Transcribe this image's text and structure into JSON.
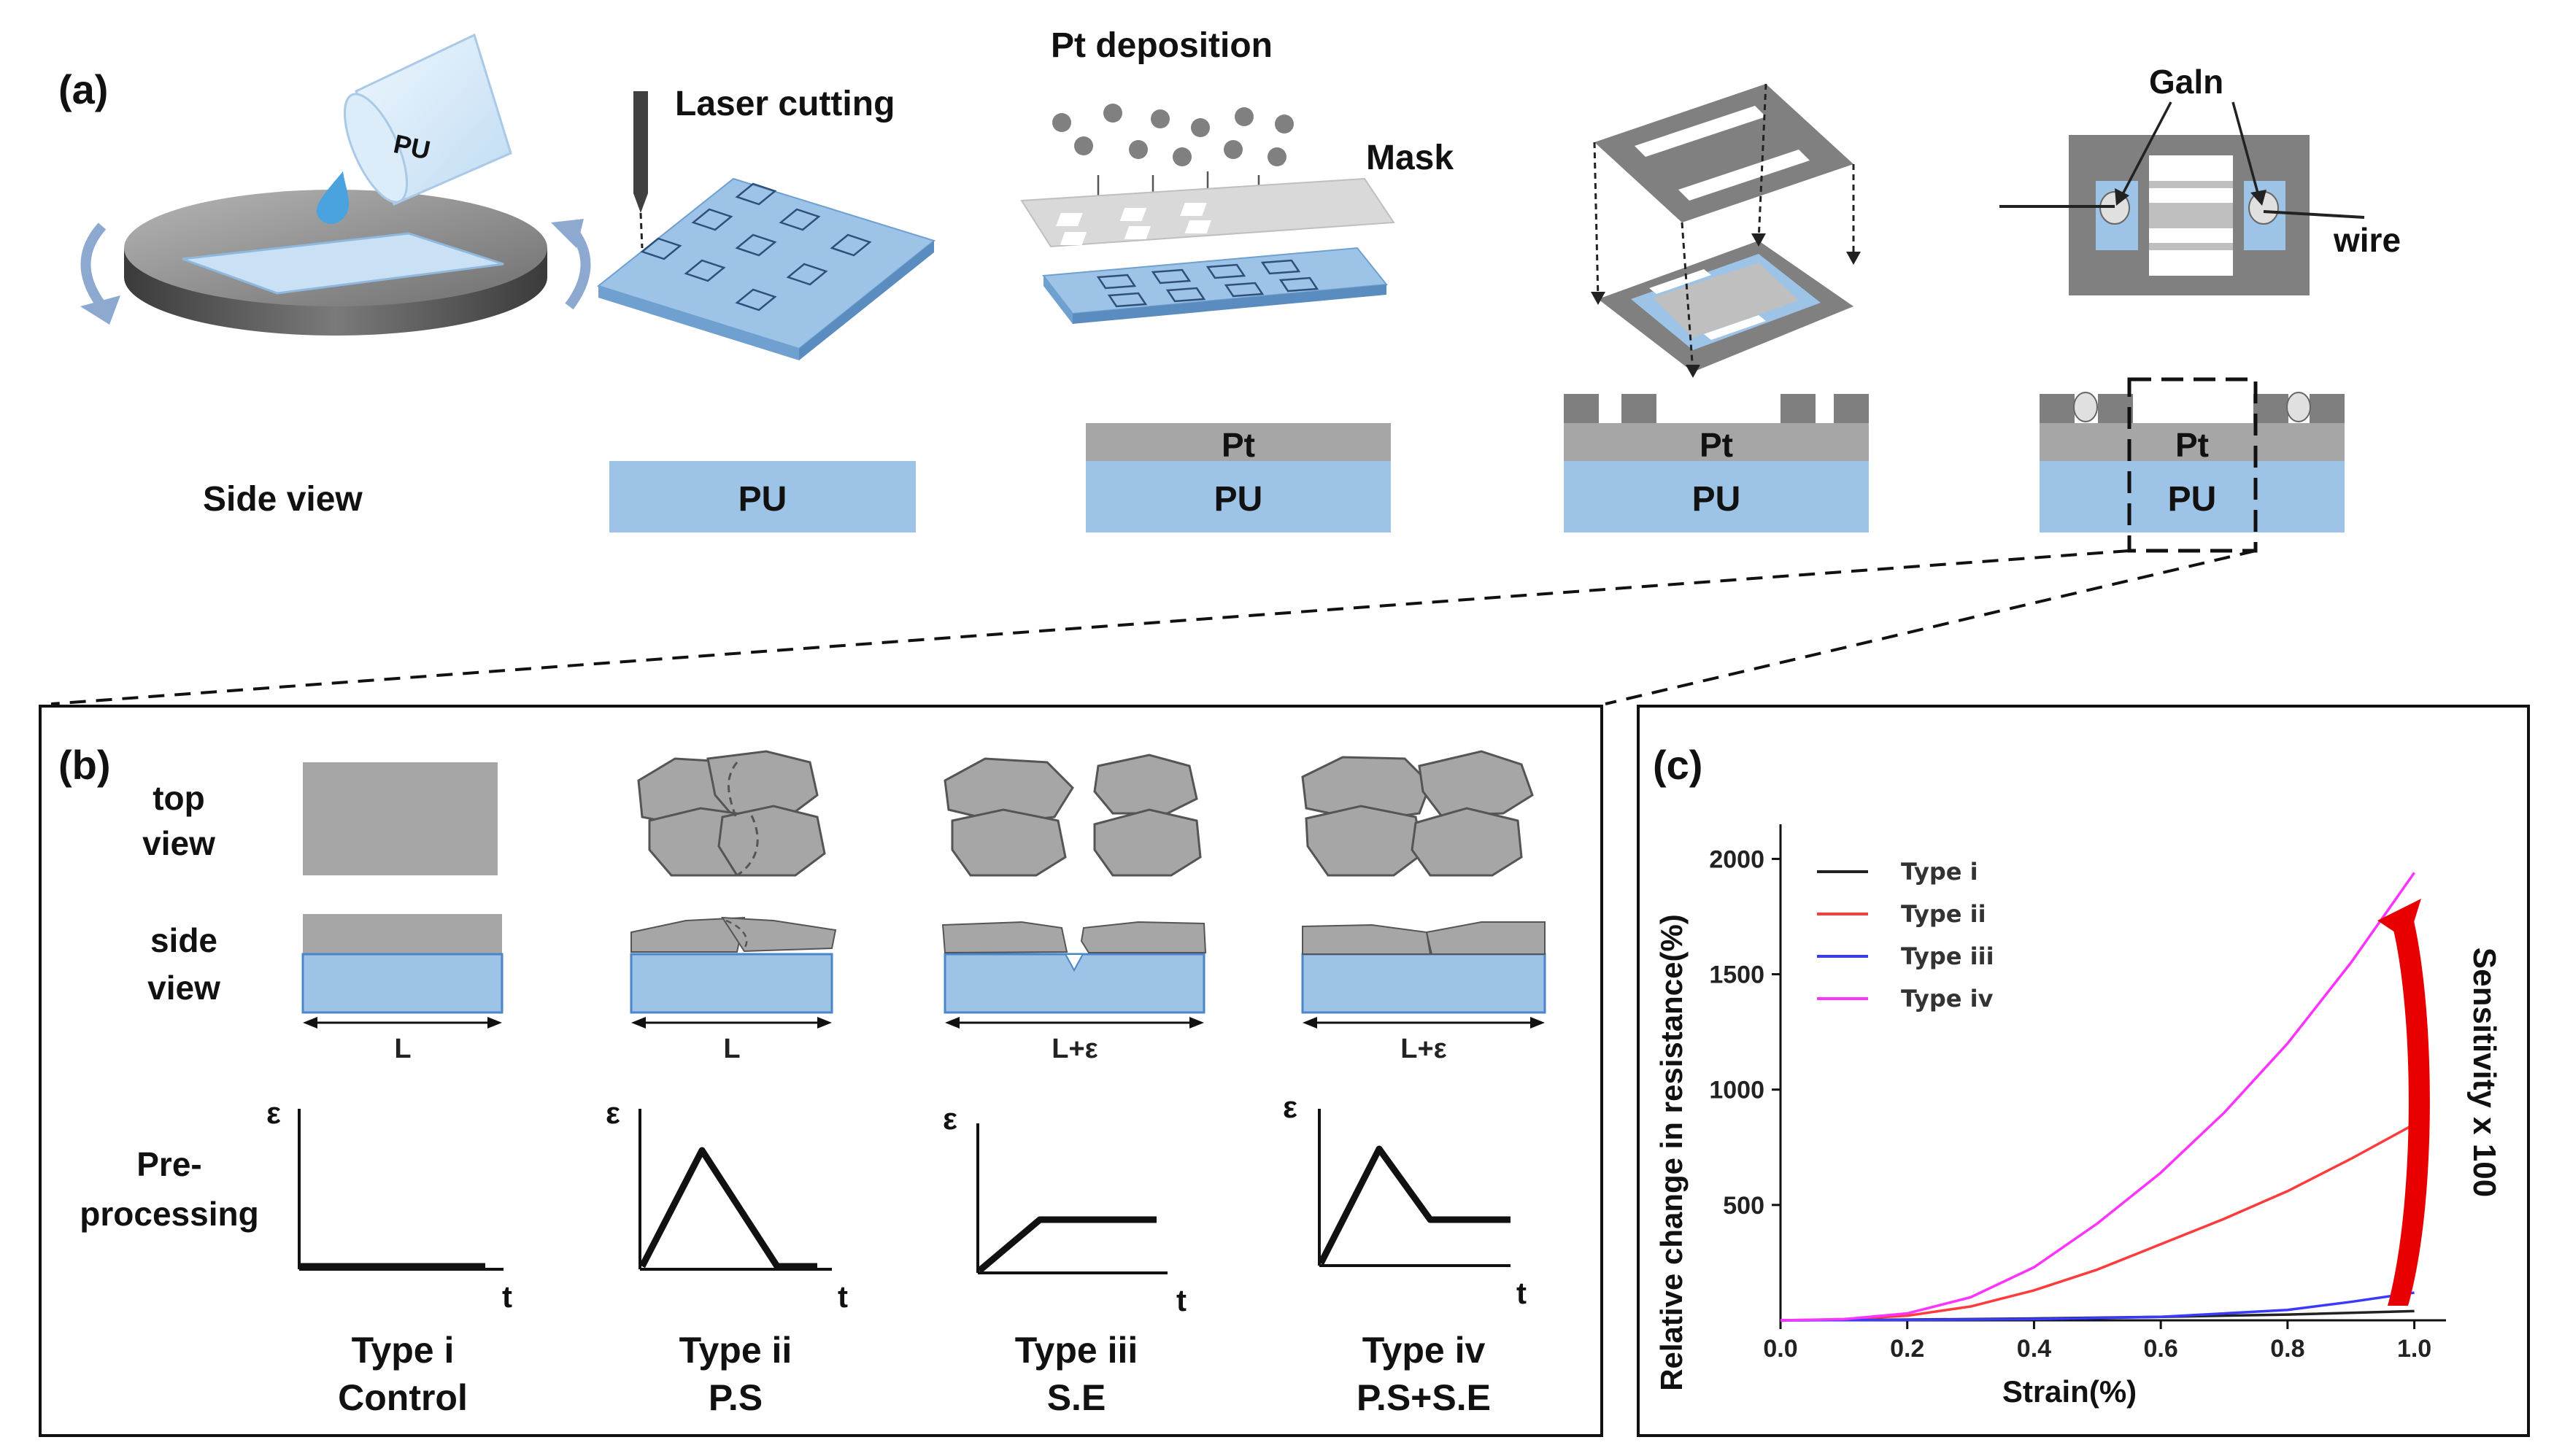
{
  "panel_a": {
    "label": "(a)",
    "pu_bottle": "PU",
    "laser_cutting": "Laser cutting",
    "pt_deposition": "Pt deposition",
    "mask": "Mask",
    "gain": "Galn",
    "wire": "wire",
    "side_view": "Side view",
    "pu": "PU",
    "pt": "Pt"
  },
  "panel_b": {
    "label": "(b)",
    "top_view": [
      "top",
      "view"
    ],
    "side_view": [
      "side",
      "view"
    ],
    "pre_processing": [
      "Pre-",
      "processing"
    ],
    "eps": "ε",
    "t": "t",
    "types": [
      {
        "name": "Type i",
        "desc": "Control",
        "length": "L"
      },
      {
        "name": "Type ii",
        "desc": "P.S",
        "length": "L"
      },
      {
        "name": "Type iii",
        "desc": "S.E",
        "length": "L+ε"
      },
      {
        "name": "Type iv",
        "desc": "P.S+S.E",
        "length": "L+ε"
      }
    ]
  },
  "colors": {
    "pu_blue": "#9dc3e6",
    "pu_border": "#4a86c8",
    "pt_gray": "#a6a6a6",
    "mask_gray": "#7f7f7f",
    "sensitivity_arrow": "#e80000"
  },
  "chart_data": {
    "type": "line",
    "label": "(c)",
    "xlabel": "Strain(%)",
    "ylabel": "Relative change in resistance(%)",
    "xlim": [
      0,
      1.05
    ],
    "ylim": [
      0,
      2150
    ],
    "xticks": [
      "0.0",
      "0.2",
      "0.4",
      "0.6",
      "0.8",
      "1.0"
    ],
    "yticks": [
      "500",
      "1000",
      "1500",
      "2000"
    ],
    "legend_position": "top-left",
    "annotation": "Sensitivity x 100",
    "series": [
      {
        "name": "Type i",
        "color": "#222222",
        "x": [
          0,
          0.2,
          0.4,
          0.6,
          0.8,
          1.0
        ],
        "y": [
          0,
          3,
          8,
          15,
          25,
          40
        ]
      },
      {
        "name": "Type ii",
        "color": "#ff3b3b",
        "x": [
          0,
          0.1,
          0.2,
          0.3,
          0.4,
          0.5,
          0.6,
          0.7,
          0.8,
          0.9,
          1.0
        ],
        "y": [
          0,
          4,
          20,
          60,
          130,
          220,
          330,
          440,
          560,
          700,
          850
        ]
      },
      {
        "name": "Type iii",
        "color": "#3a3aff",
        "x": [
          0,
          0.2,
          0.4,
          0.6,
          0.8,
          0.9,
          1.0
        ],
        "y": [
          0,
          2,
          5,
          15,
          45,
          80,
          120
        ]
      },
      {
        "name": "Type iv",
        "color": "#ff33ff",
        "x": [
          0,
          0.1,
          0.2,
          0.3,
          0.4,
          0.5,
          0.6,
          0.7,
          0.8,
          0.9,
          1.0
        ],
        "y": [
          0,
          5,
          30,
          100,
          230,
          420,
          640,
          900,
          1200,
          1550,
          1940
        ]
      }
    ]
  }
}
